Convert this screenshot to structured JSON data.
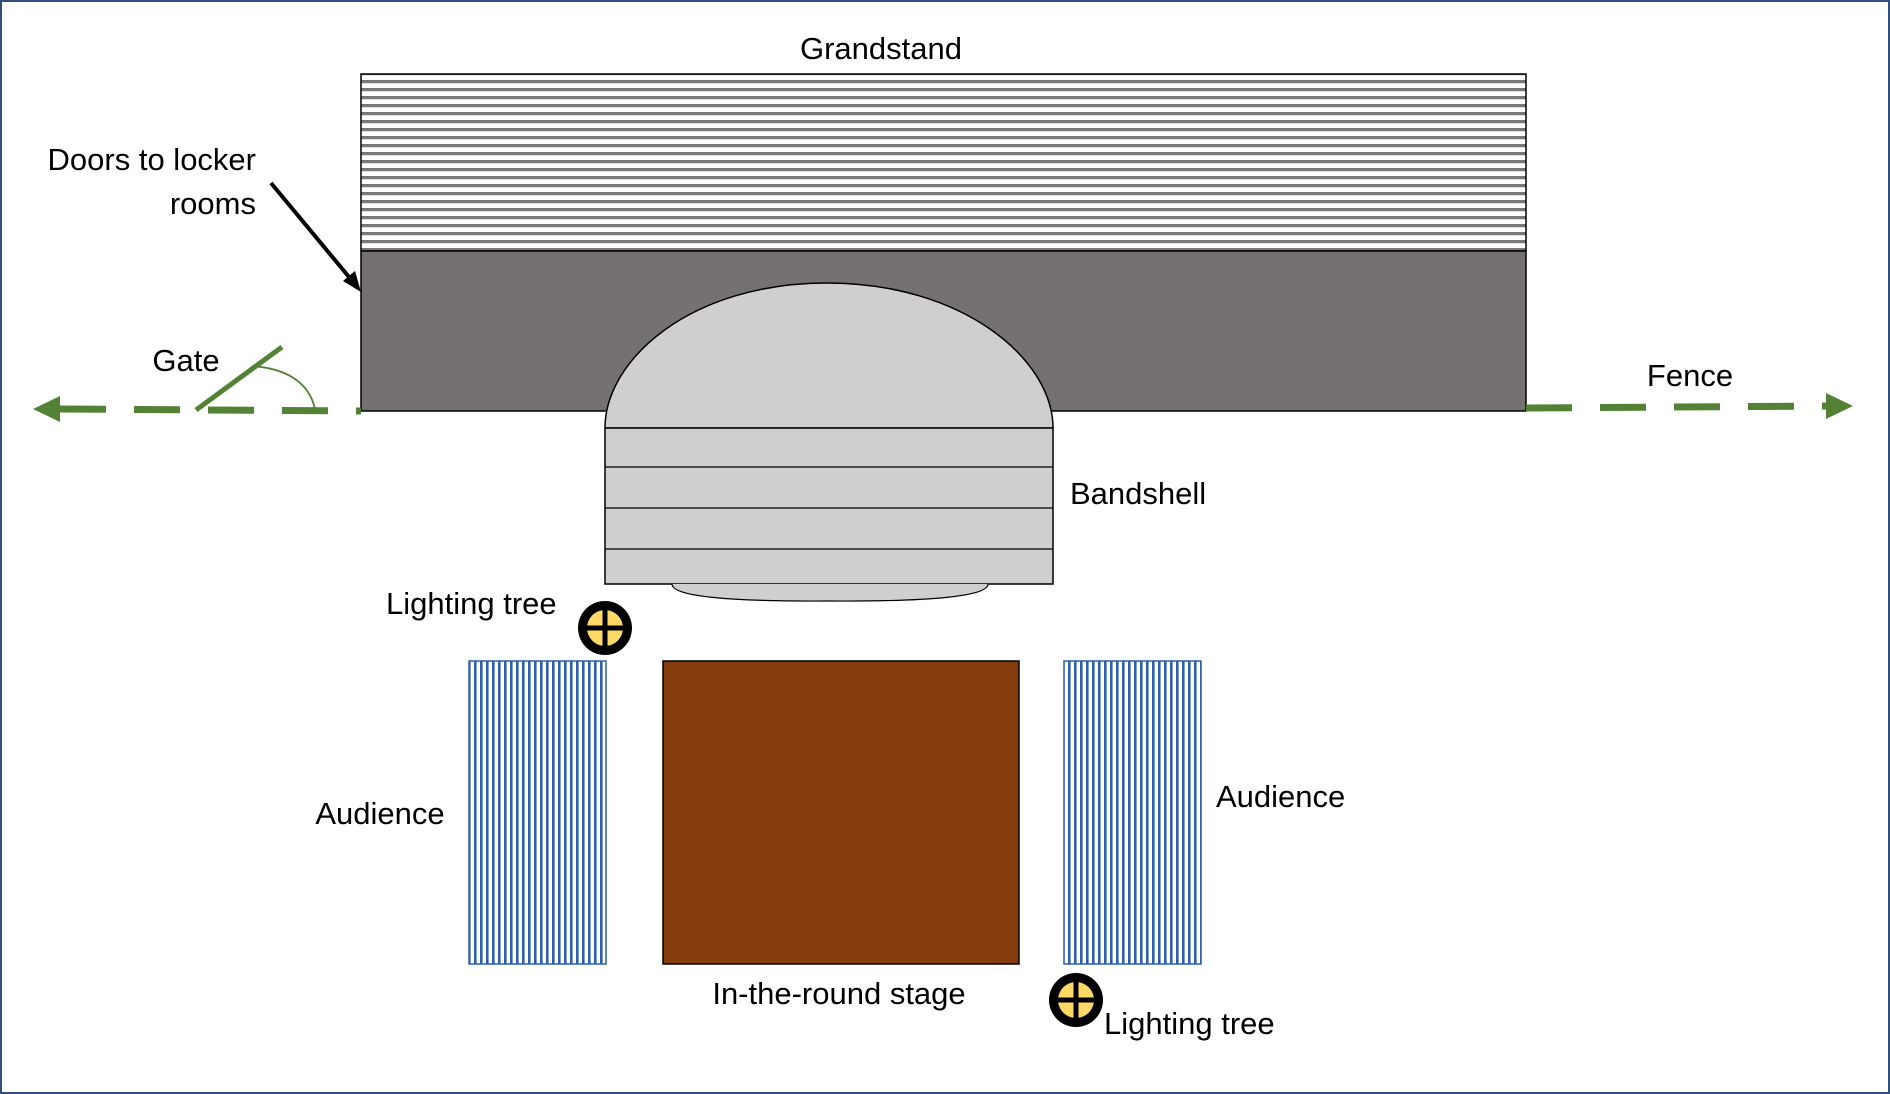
{
  "labels": {
    "grandstand": "Grandstand",
    "doors_line1": "Doors to locker",
    "doors_line2": "rooms",
    "gate": "Gate",
    "fence": "Fence",
    "bandshell": "Bandshell",
    "lighting_tree_left": "Lighting tree",
    "lighting_tree_right": "Lighting tree",
    "audience_left": "Audience",
    "audience_right": "Audience",
    "stage": "In-the-round stage"
  },
  "icons": {
    "lighting_tree": "circled-crosshair-icon",
    "doors_pointer": "arrow-icon",
    "fence_ends": "arrowhead-icon"
  },
  "colors": {
    "border": "#2f4f7f",
    "grandstand_lines": "#7a7a7a",
    "locker_block": "#757171",
    "bandshell": "#d0cece",
    "fence": "#548235",
    "stage": "#843c0c",
    "audience_lines": "#2f5fb0",
    "lighting_ring": "#000000",
    "lighting_fill": "#ffd966"
  }
}
